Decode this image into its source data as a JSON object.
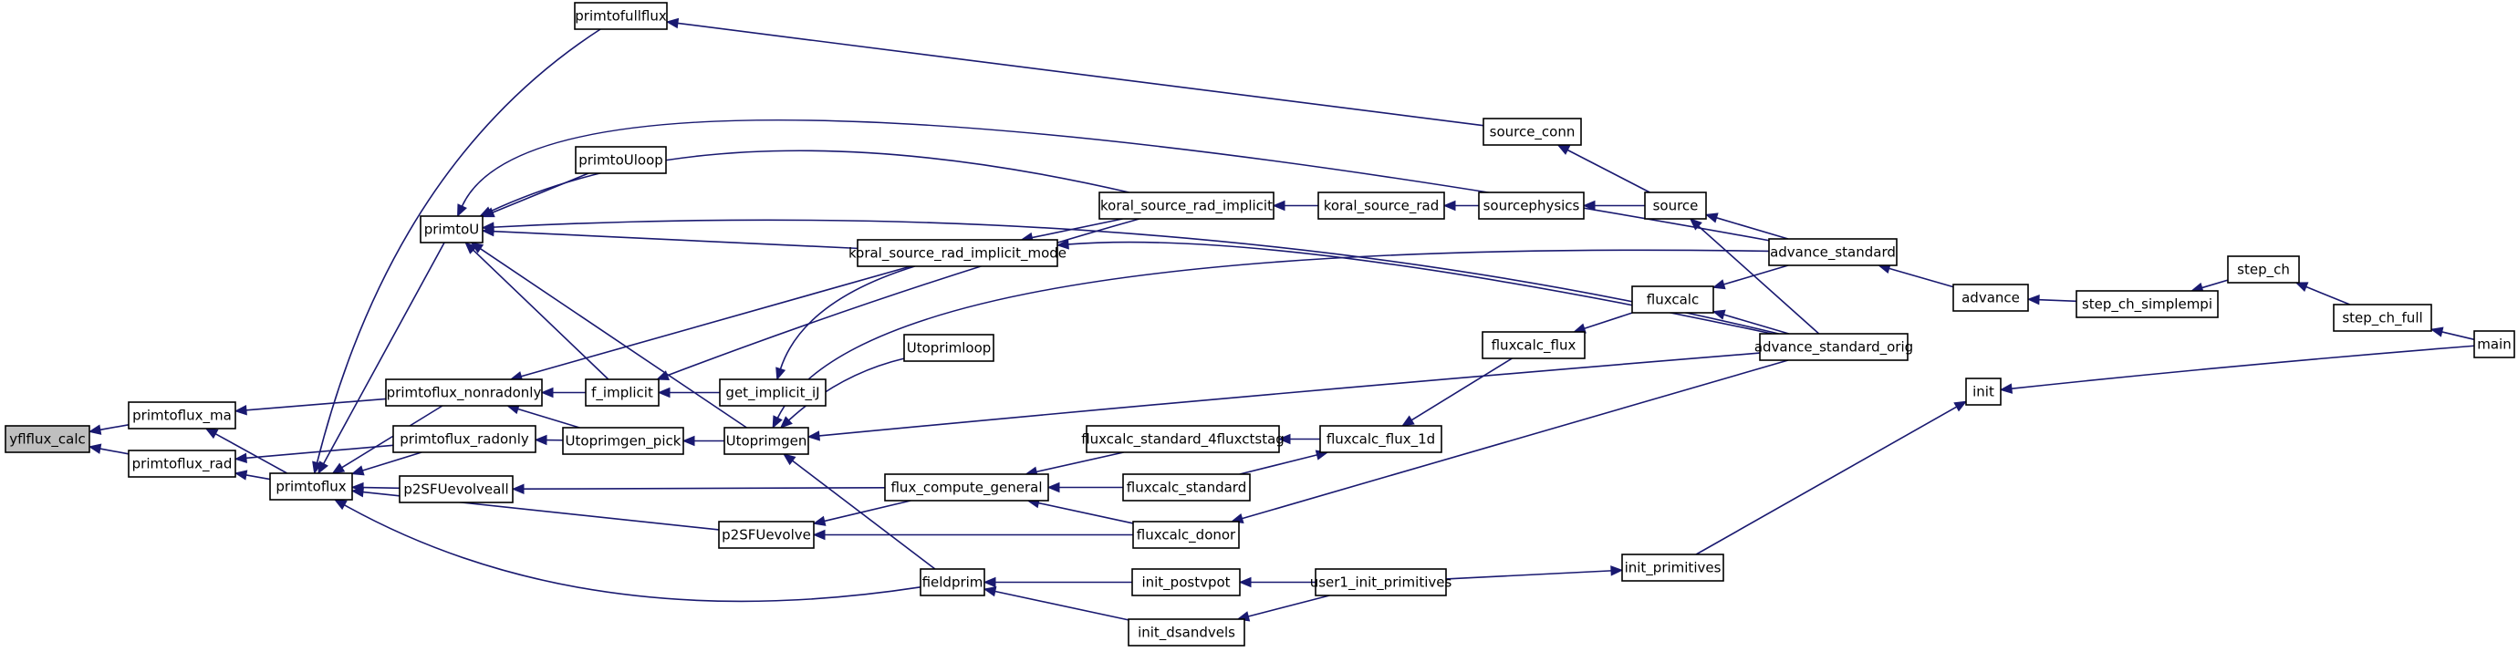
{
  "graph": {
    "nodes": {
      "yflflux_calc": "yflflux_calc",
      "primtoflux_ma": "primtoflux_ma",
      "primtoflux_rad": "primtoflux_rad",
      "primtoflux": "primtoflux",
      "primtofullflux": "primtofullflux",
      "primtoU": "primtoU",
      "primtoUloop": "primtoUloop",
      "primtoflux_nonradonly": "primtoflux_nonradonly",
      "primtoflux_radonly": "primtoflux_radonly",
      "p2SFUevolveall": "p2SFUevolveall",
      "p2SFUevolve": "p2SFUevolve",
      "f_implicit": "f_implicit",
      "Utoprimgen_pick": "Utoprimgen_pick",
      "get_implicit_iJ": "get_implicit_iJ",
      "Utoprimgen": "Utoprimgen",
      "Utoprimloop": "Utoprimloop",
      "fieldprim": "fieldprim",
      "koral_source_rad_implicit_mode": "koral_source_rad_implicit_mode",
      "koral_source_rad_implicit": "koral_source_rad_implicit",
      "koral_source_rad": "koral_source_rad",
      "sourcephysics": "sourcephysics",
      "source_conn": "source_conn",
      "source": "source",
      "flux_compute_general": "flux_compute_general",
      "fluxcalc_standard_4fluxctstag": "fluxcalc_standard_4fluxctstag",
      "fluxcalc_standard": "fluxcalc_standard",
      "fluxcalc_donor": "fluxcalc_donor",
      "fluxcalc_flux_1d": "fluxcalc_flux_1d",
      "fluxcalc_flux": "fluxcalc_flux",
      "fluxcalc": "fluxcalc",
      "advance_standard": "advance_standard",
      "advance_standard_orig": "advance_standard_orig",
      "advance": "advance",
      "step_ch_simplempi": "step_ch_simplempi",
      "step_ch": "step_ch",
      "step_ch_full": "step_ch_full",
      "main": "main",
      "init": "init",
      "init_postvpot": "init_postvpot",
      "init_dsandvels": "init_dsandvels",
      "user1_init_primitives": "user1_init_primitives",
      "init_primitives": "init_primitives"
    }
  }
}
